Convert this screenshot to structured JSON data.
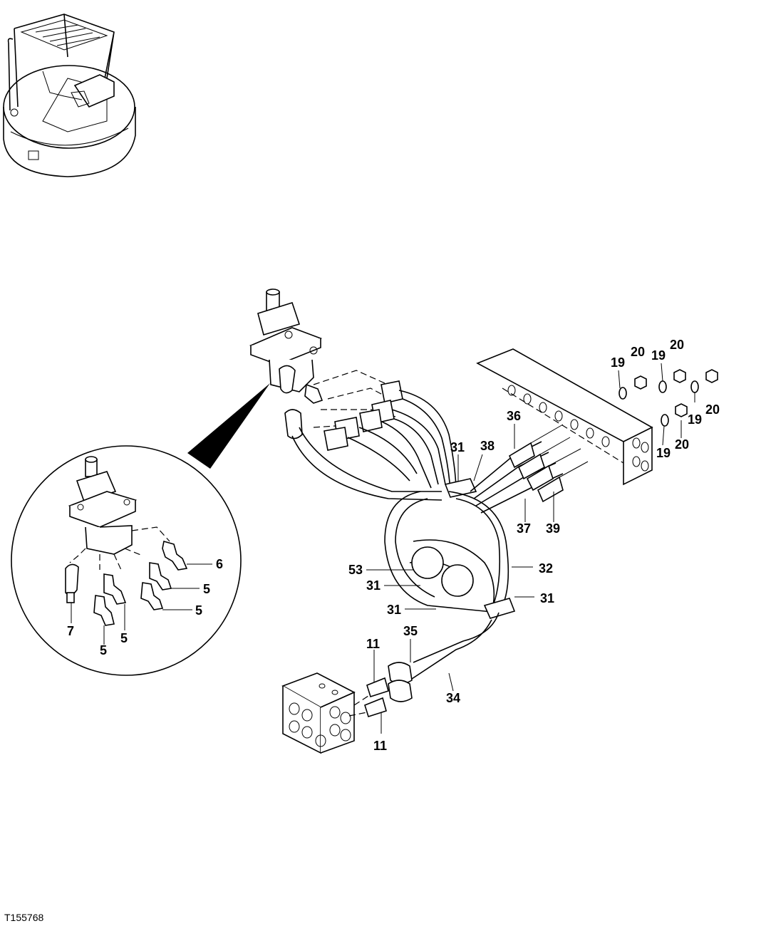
{
  "figure_id": "T155768",
  "callouts": {
    "c19a": "19",
    "c20a": "20",
    "c19b": "19",
    "c20b": "20",
    "c20c": "20",
    "c19c": "19",
    "c20d": "20",
    "c19d": "19",
    "c36": "36",
    "c31a": "31",
    "c38": "38",
    "c37": "37",
    "c39": "39",
    "c53": "53",
    "c32": "32",
    "c31b": "31",
    "c31c": "31",
    "c31d": "31",
    "c35": "35",
    "c11a": "11",
    "c11b": "11",
    "c34": "34",
    "c6": "6",
    "c5a": "5",
    "c5b": "5",
    "c5c": "5",
    "c5d": "5",
    "c7": "7"
  },
  "icons": {
    "locator": "excavator-upper-structure-icon",
    "detail": "pilot-valve-detail-icon",
    "valve": "pilot-control-valve-icon",
    "manifold": "manifold-block-icon",
    "bracket": "bulkhead-bracket-icon"
  }
}
